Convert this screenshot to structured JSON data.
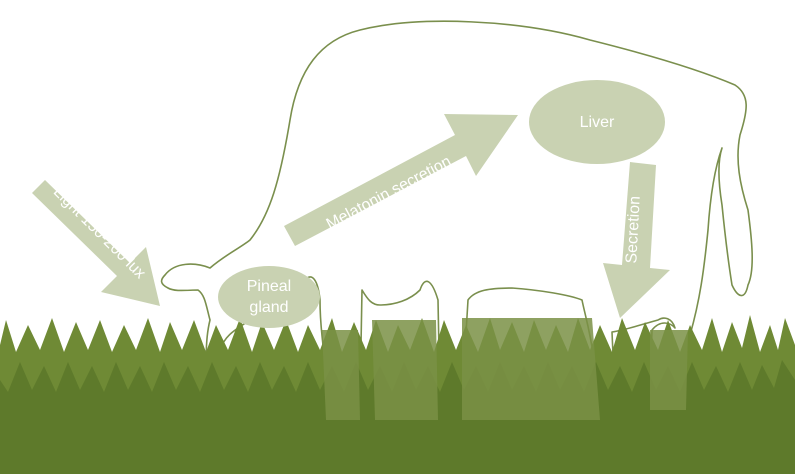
{
  "diagram": {
    "nodes": {
      "pineal": {
        "line1": "Pineal",
        "line2": "gland"
      },
      "liver": {
        "label": "Liver"
      }
    },
    "arrows": {
      "light": {
        "label": "Light 150-200 lux"
      },
      "melatonin": {
        "label": "Melatonin secretion"
      },
      "secretion": {
        "label": "Secretion"
      }
    }
  },
  "colors": {
    "arrow_fill": "#c9d2b2",
    "node_fill": "#c9d2b2",
    "cow_outline": "#7a8f4d",
    "grass_dark": "#5e7a2b",
    "grass_light": "#6f8a35",
    "background": "#ffffff"
  },
  "icons": {
    "animal": "grazing-cow-outline",
    "ground": "grass"
  }
}
